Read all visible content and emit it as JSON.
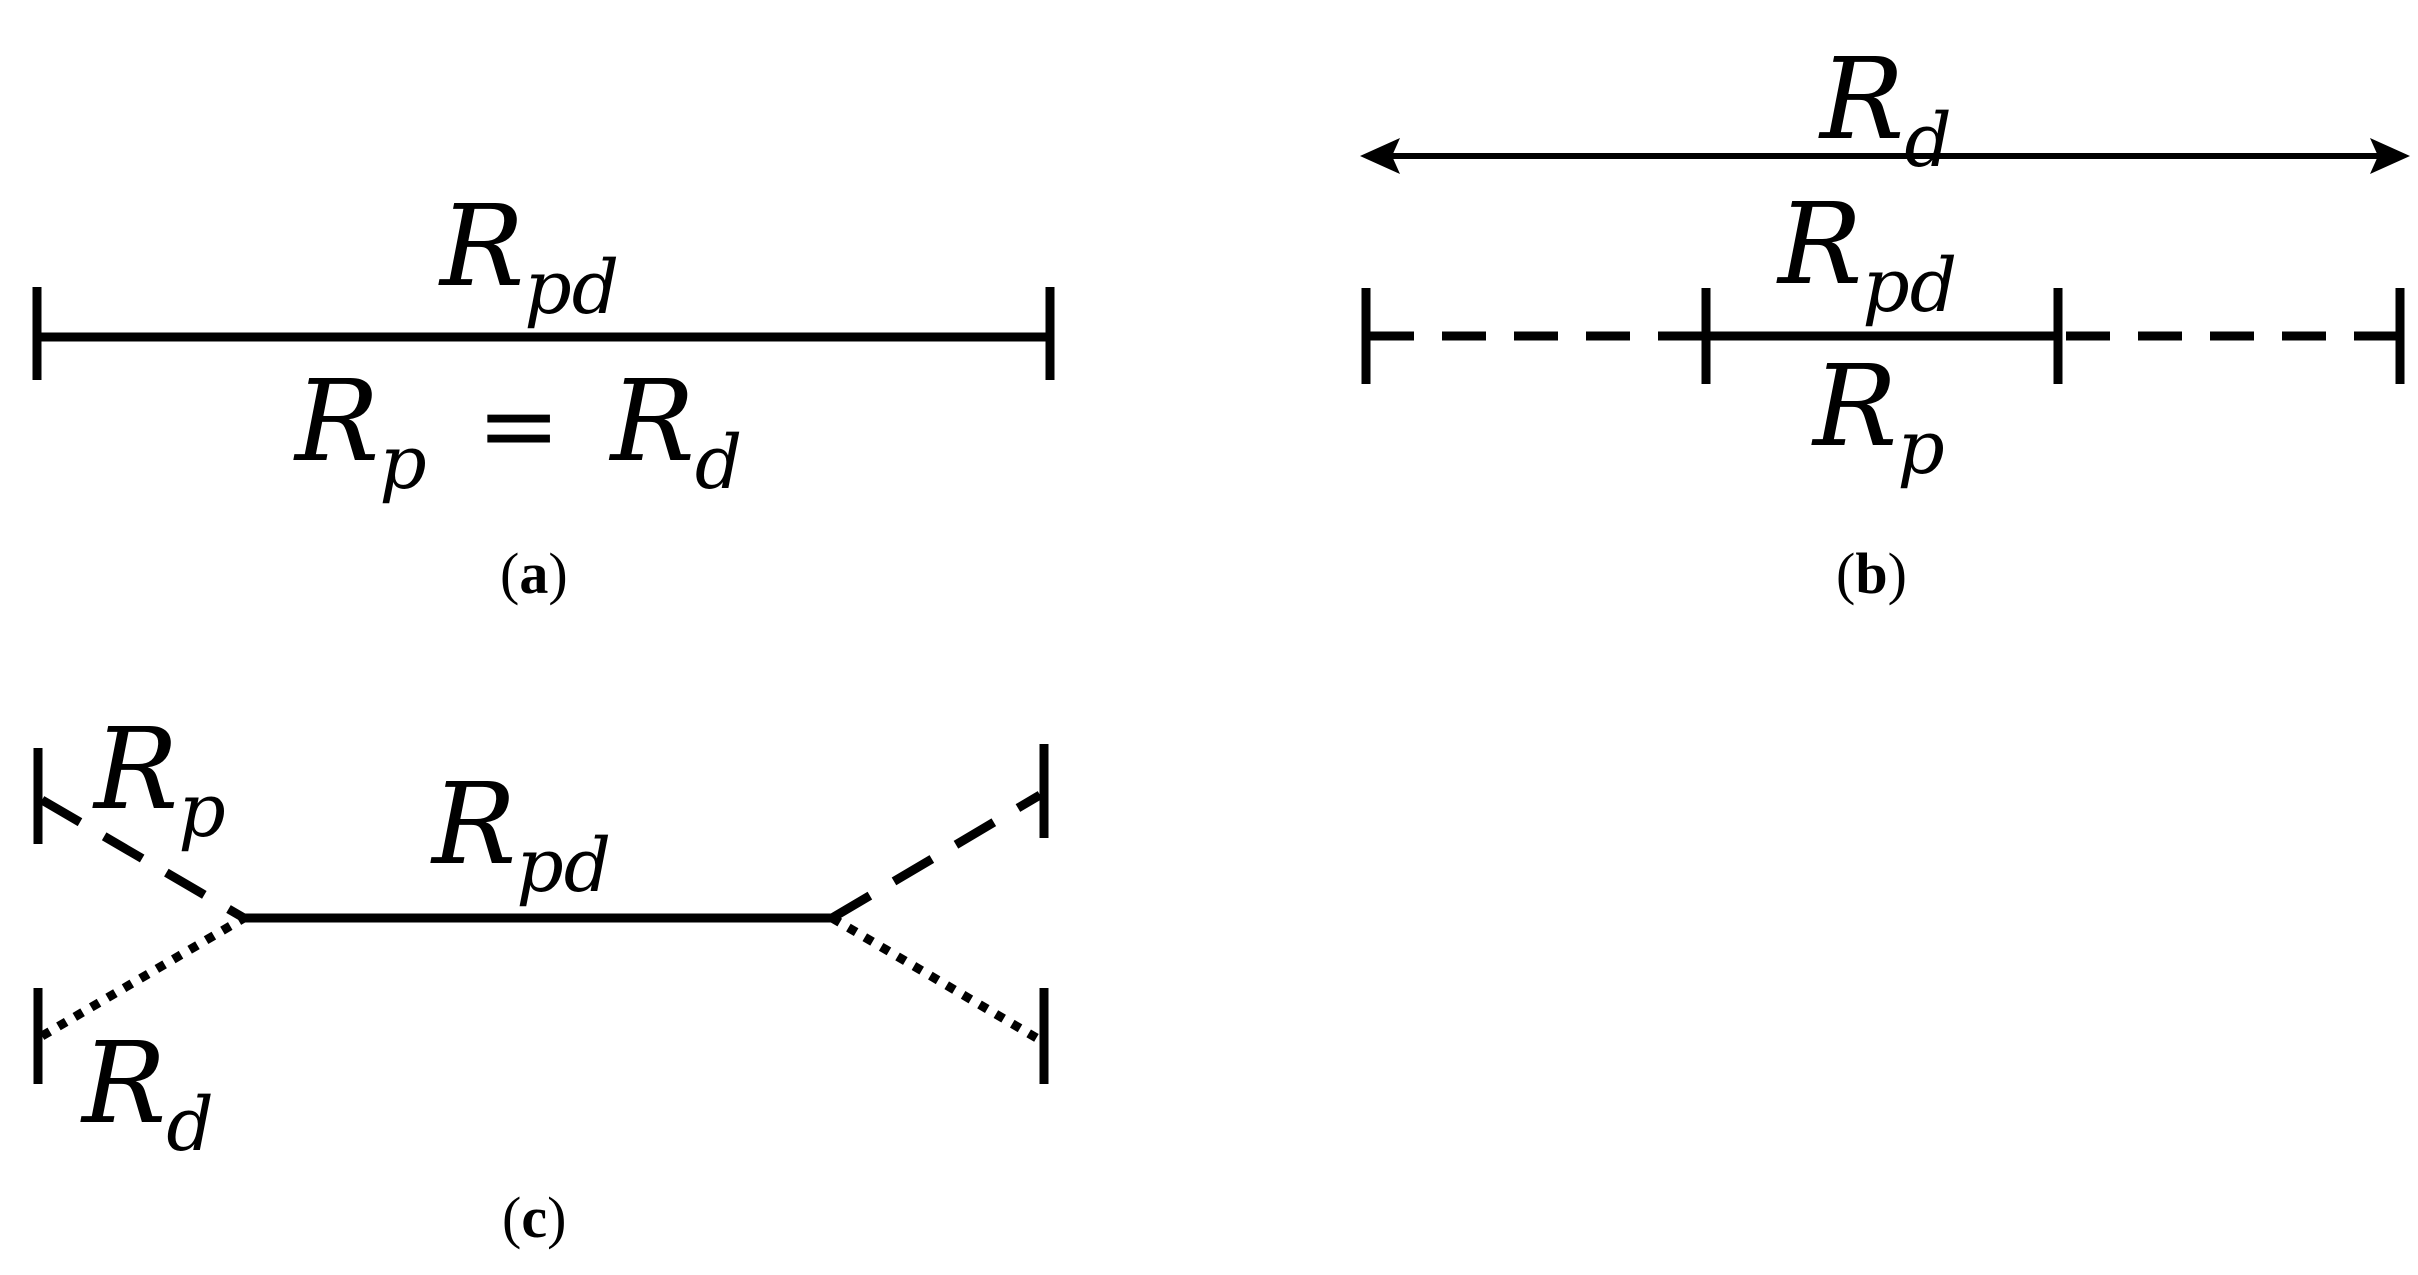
{
  "panels": {
    "a": {
      "caption_open": "(",
      "caption_letter": "a",
      "caption_close": ")",
      "top_label": {
        "base": "R",
        "sub": "pd"
      },
      "bottom_label": {
        "left_base": "R",
        "left_sub": "p",
        "eq": "=",
        "right_base": "R",
        "right_sub": "d"
      }
    },
    "b": {
      "caption_open": "(",
      "caption_letter": "b",
      "caption_close": ")",
      "arrow_label": {
        "base": "R",
        "sub": "d"
      },
      "top_label": {
        "base": "R",
        "sub": "pd"
      },
      "bottom_label": {
        "base": "R",
        "sub": "p"
      }
    },
    "c": {
      "caption_open": "(",
      "caption_letter": "c",
      "caption_close": ")",
      "center_label": {
        "base": "R",
        "sub": "pd"
      },
      "upper_label": {
        "base": "R",
        "sub": "p"
      },
      "lower_label": {
        "base": "R",
        "sub": "d"
      }
    }
  },
  "line_styles": {
    "shared": "solid",
    "p_only": "dashed",
    "d_only": "dotted"
  },
  "colors": {
    "ink": "#000000",
    "background": "#ffffff"
  }
}
